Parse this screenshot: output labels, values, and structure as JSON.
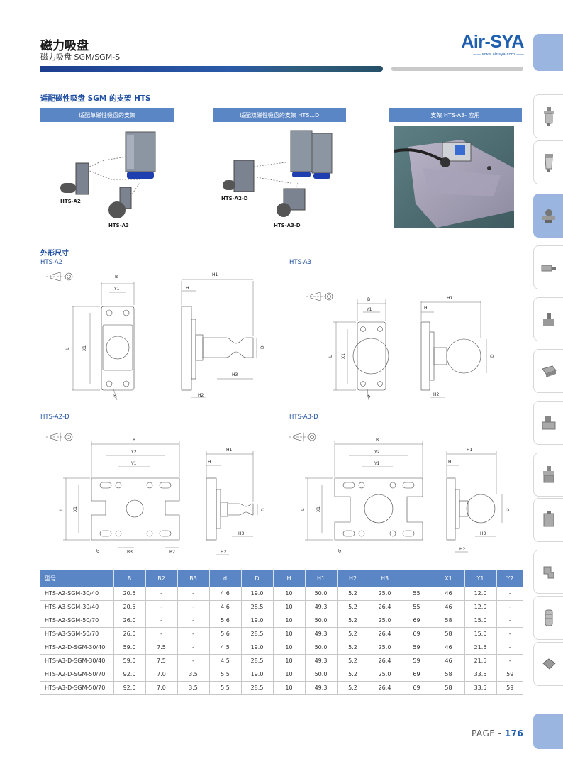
{
  "header": {
    "title": "磁力吸盘",
    "subtitle": "磁力吸盘 SGM/SGM-S",
    "logo": "Air-SYA",
    "logo_url": "—— www.air-sya.com ——"
  },
  "colors": {
    "brand": "#1f5fb0",
    "header_bar": "#5b86c5",
    "tab_active": "#9ab6e0"
  },
  "section": {
    "title": "适配磁性吸盘 SGM 的支架 HTS",
    "panels": [
      {
        "heading": "适配单磁性吸盘的支架",
        "labels": [
          "HTS-A2",
          "HTS-A3"
        ]
      },
      {
        "heading": "适配双磁性吸盘的支架 HTS...D",
        "labels": [
          "HTS-A2-D",
          "HTS-A3-D"
        ]
      },
      {
        "heading": "支架 HTS-A3- 应用"
      }
    ]
  },
  "outline": {
    "title": "外形尺寸",
    "views": [
      {
        "name": "HTS-A2"
      },
      {
        "name": "HTS-A3"
      },
      {
        "name": "HTS-A2-D"
      },
      {
        "name": "HTS-A3-D"
      }
    ],
    "dims": {
      "B": "B",
      "Y1": "Y1",
      "Y2": "Y2",
      "L": "L",
      "X1": "X1",
      "d": "d",
      "H1": "H1",
      "H": "H",
      "D": "D",
      "H2": "H2",
      "H3": "H3",
      "B2": "B2",
      "B3": "B3"
    }
  },
  "table": {
    "headers": [
      "型号",
      "B",
      "B2",
      "B3",
      "d",
      "D",
      "H",
      "H1",
      "H2",
      "H3",
      "L",
      "X1",
      "Y1",
      "Y2"
    ],
    "rows": [
      [
        "HTS-A2-SGM-30/40",
        "20.5",
        "-",
        "-",
        "4.6",
        "19.0",
        "10",
        "50.0",
        "5.2",
        "25.0",
        "55",
        "46",
        "12.0",
        "-"
      ],
      [
        "HTS-A3-SGM-30/40",
        "20.5",
        "-",
        "-",
        "4.6",
        "28.5",
        "10",
        "49.3",
        "5.2",
        "26.4",
        "55",
        "46",
        "12.0",
        "-"
      ],
      [
        "HTS-A2-SGM-50/70",
        "26.0",
        "-",
        "-",
        "5.6",
        "19.0",
        "10",
        "50.0",
        "5.2",
        "25.0",
        "69",
        "58",
        "15.0",
        "-"
      ],
      [
        "HTS-A3-SGM-50/70",
        "26.0",
        "-",
        "-",
        "5.6",
        "28.5",
        "10",
        "49.3",
        "5.2",
        "26.4",
        "69",
        "58",
        "15.0",
        "-"
      ],
      [
        "HTS-A2-D-SGM-30/40",
        "59.0",
        "7.5",
        "-",
        "4.5",
        "19.0",
        "10",
        "50.0",
        "5.2",
        "25.0",
        "59",
        "46",
        "21.5",
        "-"
      ],
      [
        "HTS-A3-D-SGM-30/40",
        "59.0",
        "7.5",
        "-",
        "4.5",
        "28.5",
        "10",
        "49.3",
        "5.2",
        "26.4",
        "59",
        "46",
        "21.5",
        "-"
      ],
      [
        "HTS-A2-D-SGM-50/70",
        "92.0",
        "7.0",
        "3.5",
        "5.5",
        "19.0",
        "10",
        "50.0",
        "5.2",
        "25.0",
        "69",
        "58",
        "33.5",
        "59"
      ],
      [
        "HTS-A3-D-SGM-50/70",
        "92.0",
        "7.0",
        "3.5",
        "5.5",
        "28.5",
        "10",
        "49.3",
        "5.2",
        "26.4",
        "69",
        "58",
        "33.5",
        "59"
      ]
    ]
  },
  "footer": {
    "page_prefix": "PAGE - ",
    "page_number": "176"
  }
}
